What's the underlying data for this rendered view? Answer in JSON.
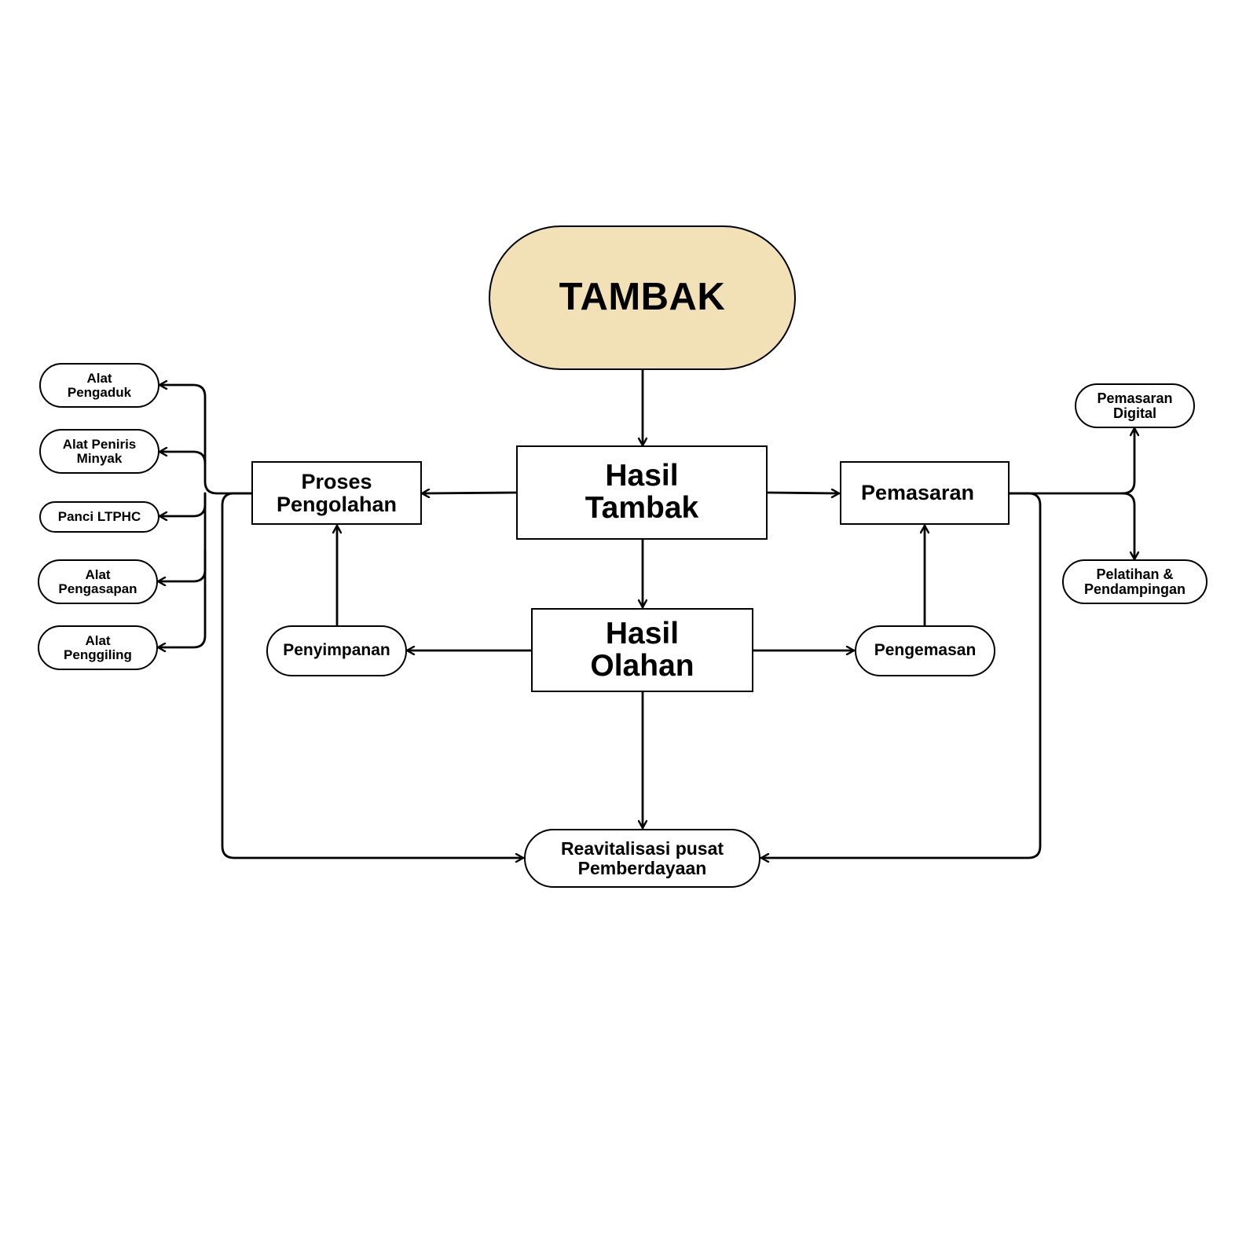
{
  "diagram": {
    "root": {
      "lines": [
        "TAMBAK"
      ],
      "fill": "#f2e0b7"
    },
    "hasil_tambak": {
      "lines": [
        "Hasil",
        "Tambak"
      ]
    },
    "hasil_olahan": {
      "lines": [
        "Hasil",
        "Olahan"
      ]
    },
    "proses_pengolahan": {
      "lines": [
        "Proses",
        "Pengolahan"
      ]
    },
    "pemasaran": {
      "lines": [
        "Pemasaran"
      ]
    },
    "penyimpanan": {
      "lines": [
        "Penyimpanan"
      ]
    },
    "pengemasan": {
      "lines": [
        "Pengemasan"
      ]
    },
    "reavitalisasi": {
      "lines": [
        "Reavitalisasi pusat",
        "Pemberdayaan"
      ]
    },
    "tools": [
      {
        "lines": [
          "Alat",
          "Pengaduk"
        ]
      },
      {
        "lines": [
          "Alat Peniris",
          "Minyak"
        ]
      },
      {
        "lines": [
          "Panci LTPHC"
        ]
      },
      {
        "lines": [
          "Alat",
          "Pengasapan"
        ]
      },
      {
        "lines": [
          "Alat",
          "Penggiling"
        ]
      }
    ],
    "marketing_branches": [
      {
        "lines": [
          "Pemasaran",
          "Digital"
        ]
      },
      {
        "lines": [
          "Pelatihan &",
          "Pendampingan"
        ]
      }
    ],
    "edges": [
      [
        "root",
        "hasil_tambak"
      ],
      [
        "hasil_tambak",
        "proses_pengolahan"
      ],
      [
        "hasil_tambak",
        "pemasaran"
      ],
      [
        "hasil_tambak",
        "hasil_olahan"
      ],
      [
        "hasil_olahan",
        "penyimpanan"
      ],
      [
        "hasil_olahan",
        "pengemasan"
      ],
      [
        "penyimpanan",
        "proses_pengolahan"
      ],
      [
        "pengemasan",
        "pemasaran"
      ],
      [
        "hasil_olahan",
        "reavitalisasi"
      ],
      [
        "proses_pengolahan",
        "reavitalisasi"
      ],
      [
        "pemasaran",
        "reavitalisasi"
      ],
      [
        "proses_pengolahan",
        "tools.0"
      ],
      [
        "proses_pengolahan",
        "tools.1"
      ],
      [
        "proses_pengolahan",
        "tools.2"
      ],
      [
        "proses_pengolahan",
        "tools.3"
      ],
      [
        "proses_pengolahan",
        "tools.4"
      ],
      [
        "pemasaran",
        "marketing_branches.0"
      ],
      [
        "pemasaran",
        "marketing_branches.1"
      ]
    ]
  }
}
